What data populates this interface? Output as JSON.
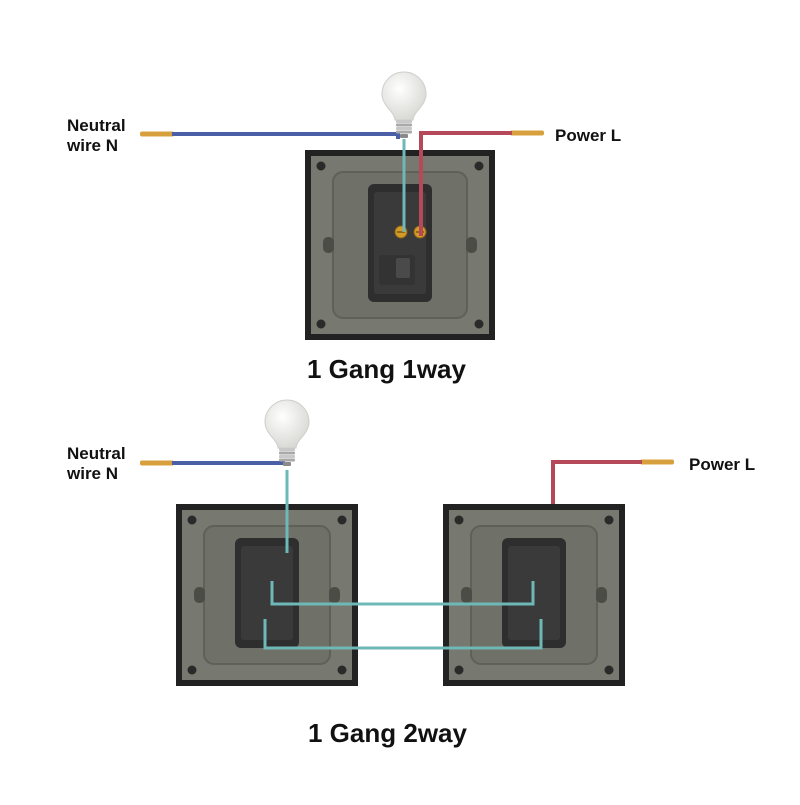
{
  "colors": {
    "background": "#ffffff",
    "text": "#111111",
    "neutral_wire": "#4a5fa5",
    "live_wire": "#b5495a",
    "link_wire": "#6fb8b8",
    "wire_tip": "#d8a03c",
    "plate_outer": "#222222",
    "plate_inner": "#77786f",
    "module_body": "#2e2e2e",
    "terminal": "#d39a2a",
    "bulb_glass": "#f4f4f2",
    "bulb_base": "#c8c8c8"
  },
  "diagrams": [
    {
      "title": "1 Gang 1way",
      "neutral_label_line1": "Neutral",
      "neutral_label_line2": "wire N",
      "power_label": "Power L",
      "components": [
        "lamp",
        "switch-plate"
      ]
    },
    {
      "title": "1 Gang 2way",
      "neutral_label_line1": "Neutral",
      "neutral_label_line2": "wire N",
      "power_label": "Power L",
      "components": [
        "lamp",
        "switch-plate",
        "switch-plate"
      ]
    }
  ],
  "icons": {
    "lamp": "light-bulb-icon",
    "plate": "wall-switch-back-icon"
  }
}
